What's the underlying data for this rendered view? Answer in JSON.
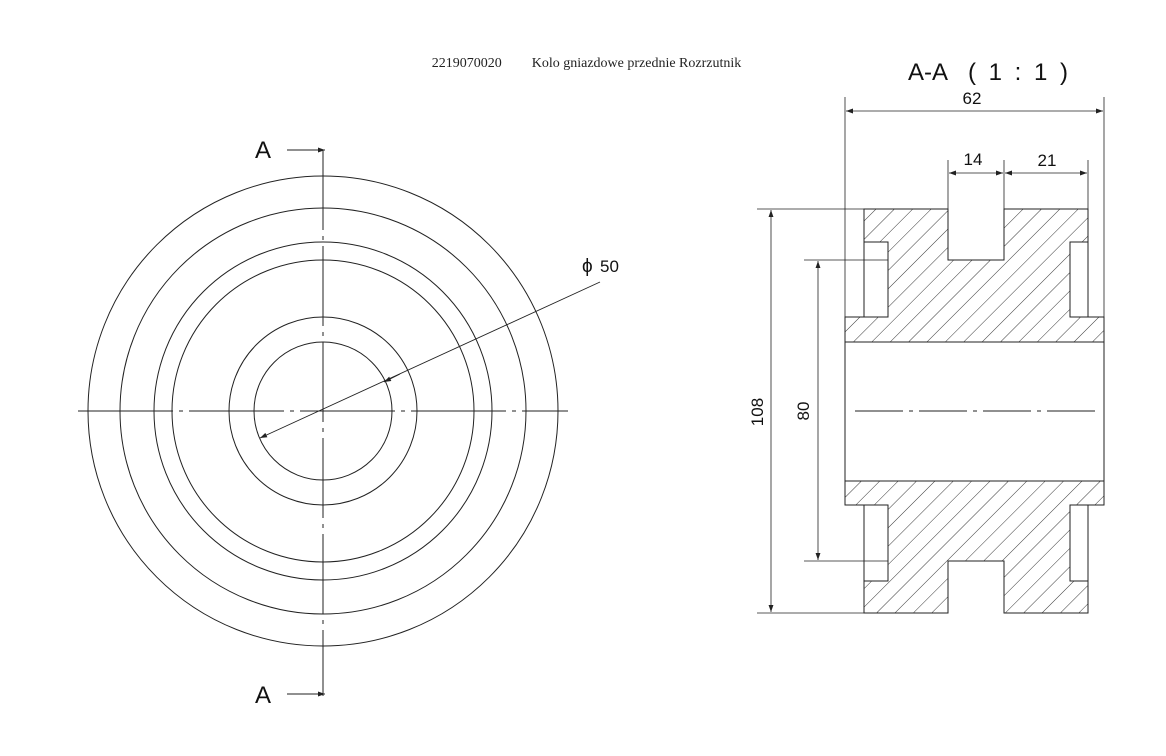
{
  "header": {
    "part_number": "2219070020",
    "part_name": "Kolo gniazdowe przednie Rozrzutnik"
  },
  "front_view": {
    "section_mark_top": "A",
    "section_mark_bottom": "A",
    "diameter_symbol": "ϕ",
    "diameter_value": "50"
  },
  "section_view": {
    "title": "A-A",
    "scale": "( 1 : 1 )",
    "dims": {
      "overall_width": "62",
      "groove_width": "14",
      "right_land": "21",
      "outer_height": "108",
      "inner_height": "80"
    }
  },
  "colors": {
    "line": "#222222",
    "paper": "#ffffff"
  }
}
